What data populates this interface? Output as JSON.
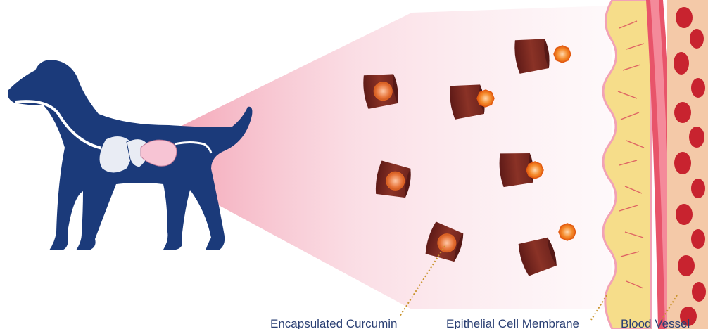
{
  "labels": {
    "encapsulated": "Encapsulated Curcumin",
    "epithelial": "Epithelial Cell Membrane",
    "vessel": "Blood Vessel"
  },
  "colors": {
    "dog": "#1b3a7a",
    "gut": "#f7c4d4",
    "beam": "#f2a6b8",
    "capsule": "#7a2a22",
    "curcumin": "#f07b1f",
    "membrane": "#f6dd8a",
    "vessel": "#e8546a",
    "blood_cell": "#c8232f",
    "leader": "#c9942d"
  },
  "icons": [
    "dog-silhouette-icon",
    "capsule-icon",
    "curcumin-particle-icon"
  ]
}
